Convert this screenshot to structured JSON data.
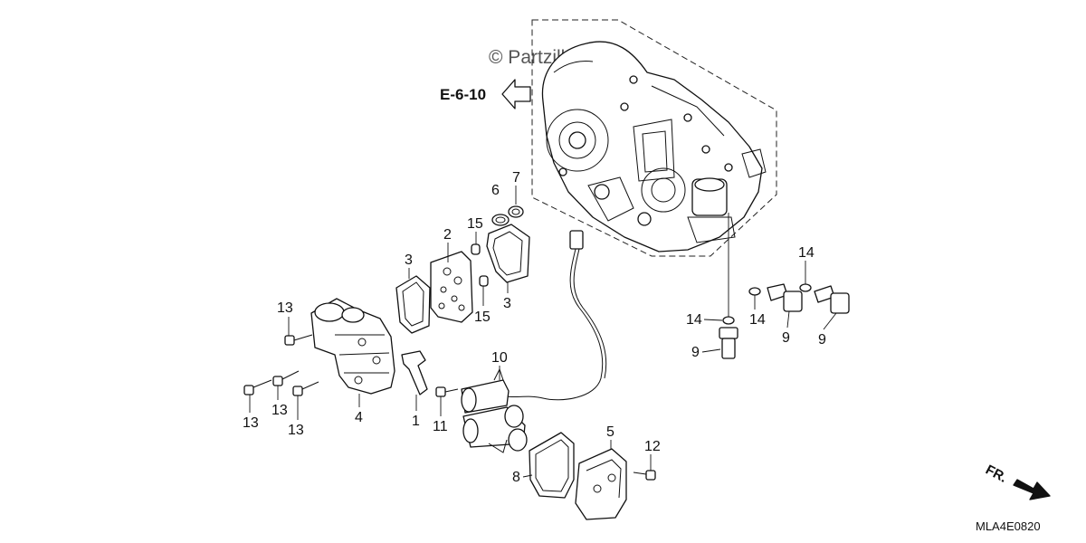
{
  "watermark": "© Partzilla.com",
  "reference": {
    "text": "E-6-10"
  },
  "diagram_code": "MLA4E0820",
  "front_indicator": "FR.",
  "callouts": {
    "c1": "1",
    "c2": "2",
    "c3a": "3",
    "c3b": "3",
    "c4": "4",
    "c5": "5",
    "c6": "6",
    "c7": "7",
    "c8": "8",
    "c9a": "9",
    "c9b": "9",
    "c9c": "9",
    "c10": "10",
    "c11": "11",
    "c12": "12",
    "c13a": "13",
    "c13b": "13",
    "c13c": "13",
    "c13d": "13",
    "c14a": "14",
    "c14b": "14",
    "c14c": "14",
    "c15a": "15",
    "c15b": "15"
  }
}
